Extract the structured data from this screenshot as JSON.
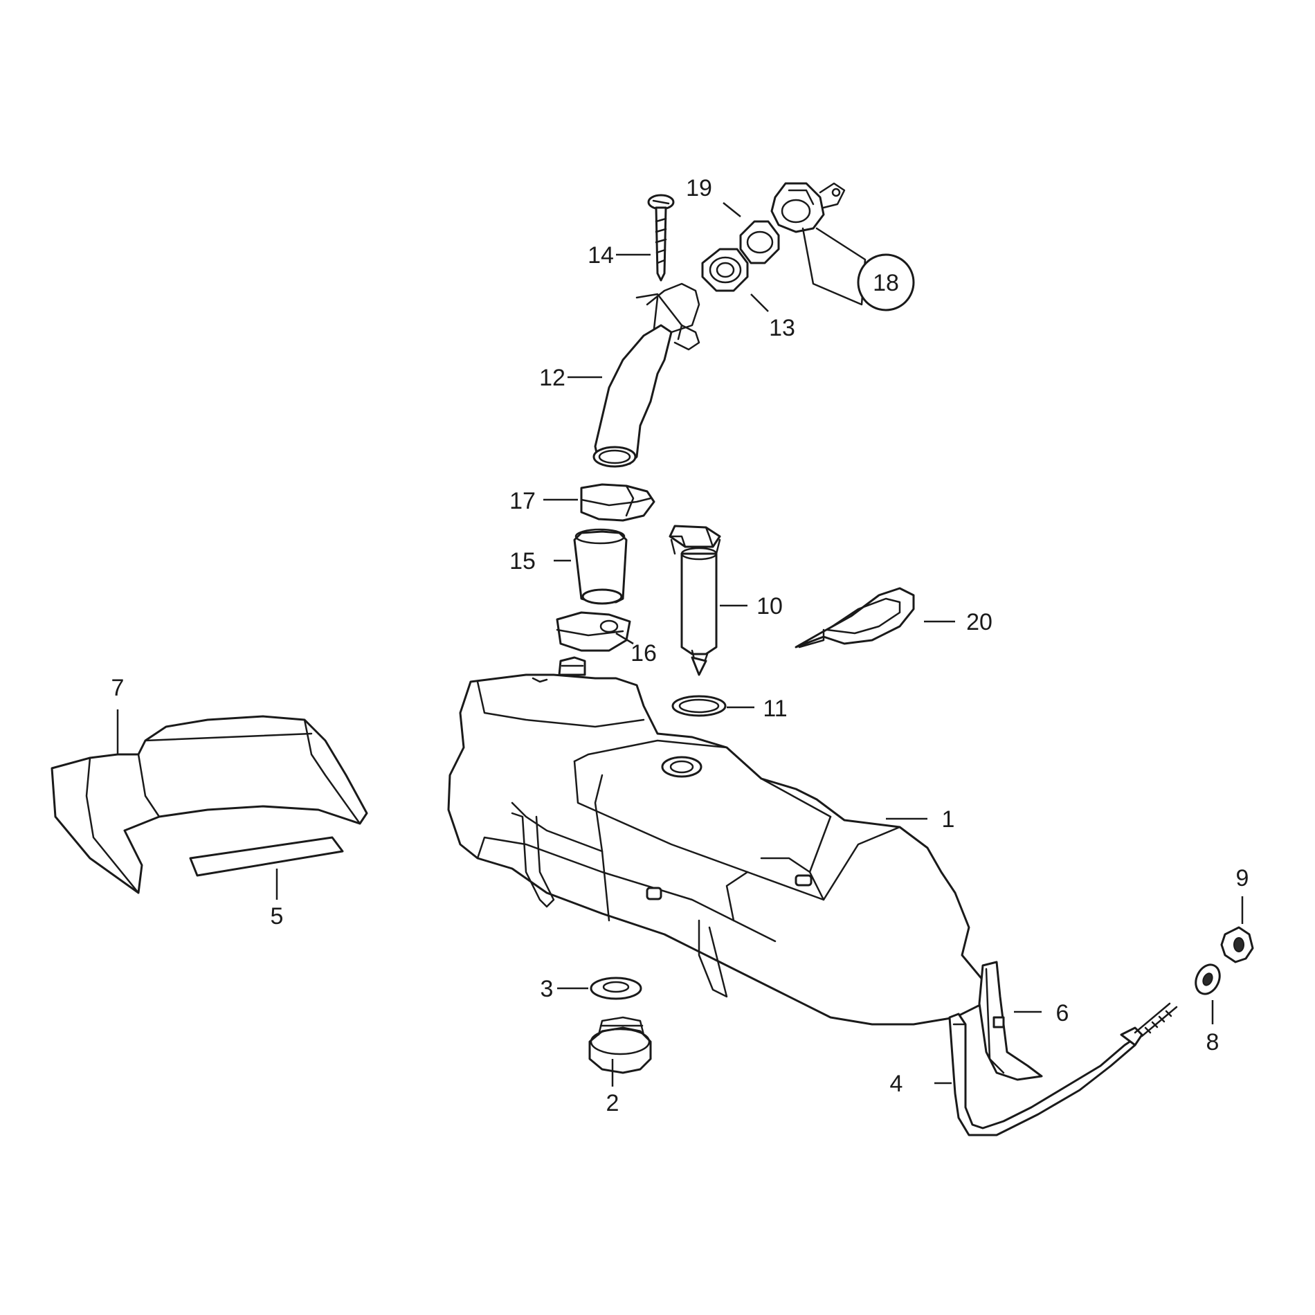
{
  "colors": {
    "line": "#1a1a1a",
    "background": "#ffffff"
  },
  "callouts": {
    "c1": "1",
    "c2": "2",
    "c3": "3",
    "c4": "4",
    "c5": "5",
    "c6": "6",
    "c7": "7",
    "c8": "8",
    "c9": "9",
    "c10": "10",
    "c11": "11",
    "c12": "12",
    "c13": "13",
    "c14": "14",
    "c15": "15",
    "c16": "16",
    "c17": "17",
    "c18": "18",
    "c19": "19",
    "c20": "20"
  }
}
